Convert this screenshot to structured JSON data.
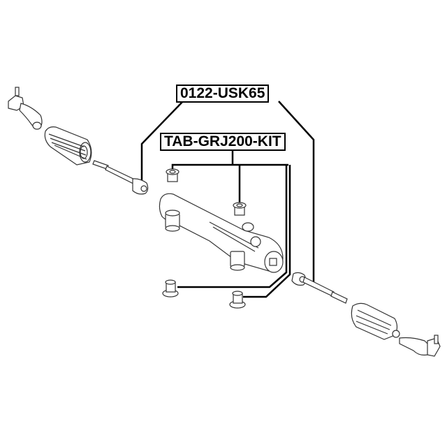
{
  "diagram": {
    "type": "exploded parts diagram",
    "subject": "steering rack assembly with tie rods, boots, tie rod ends and rack bushings",
    "labels": [
      {
        "id": "main",
        "text": "0122-USK65",
        "points_to": [
          "left inner tie rod",
          "right inner tie rod"
        ]
      },
      {
        "id": "kit",
        "text": "TAB-GRJ200-KIT",
        "points_to": [
          "bushing top-left",
          "bushing top-center",
          "bushing bottom-left",
          "bushing bottom-center"
        ]
      }
    ],
    "parts": [
      {
        "id": "tie-rod-end-left",
        "name": "Left tie rod end"
      },
      {
        "id": "boot-left",
        "name": "Left steering boot"
      },
      {
        "id": "inner-tie-rod-left",
        "name": "Left inner tie rod"
      },
      {
        "id": "steering-rack",
        "name": "Steering rack housing"
      },
      {
        "id": "bushing-1",
        "name": "Rack bushing"
      },
      {
        "id": "bushing-2",
        "name": "Rack bushing"
      },
      {
        "id": "bushing-3",
        "name": "Rack bushing"
      },
      {
        "id": "bushing-4",
        "name": "Rack bushing"
      },
      {
        "id": "inner-tie-rod-right",
        "name": "Right inner tie rod"
      },
      {
        "id": "boot-right",
        "name": "Right steering boot"
      },
      {
        "id": "tie-rod-end-right",
        "name": "Right tie rod end"
      }
    ],
    "colors": {
      "line": "#000000",
      "background": "#ffffff",
      "part_stroke": "#333333"
    }
  }
}
